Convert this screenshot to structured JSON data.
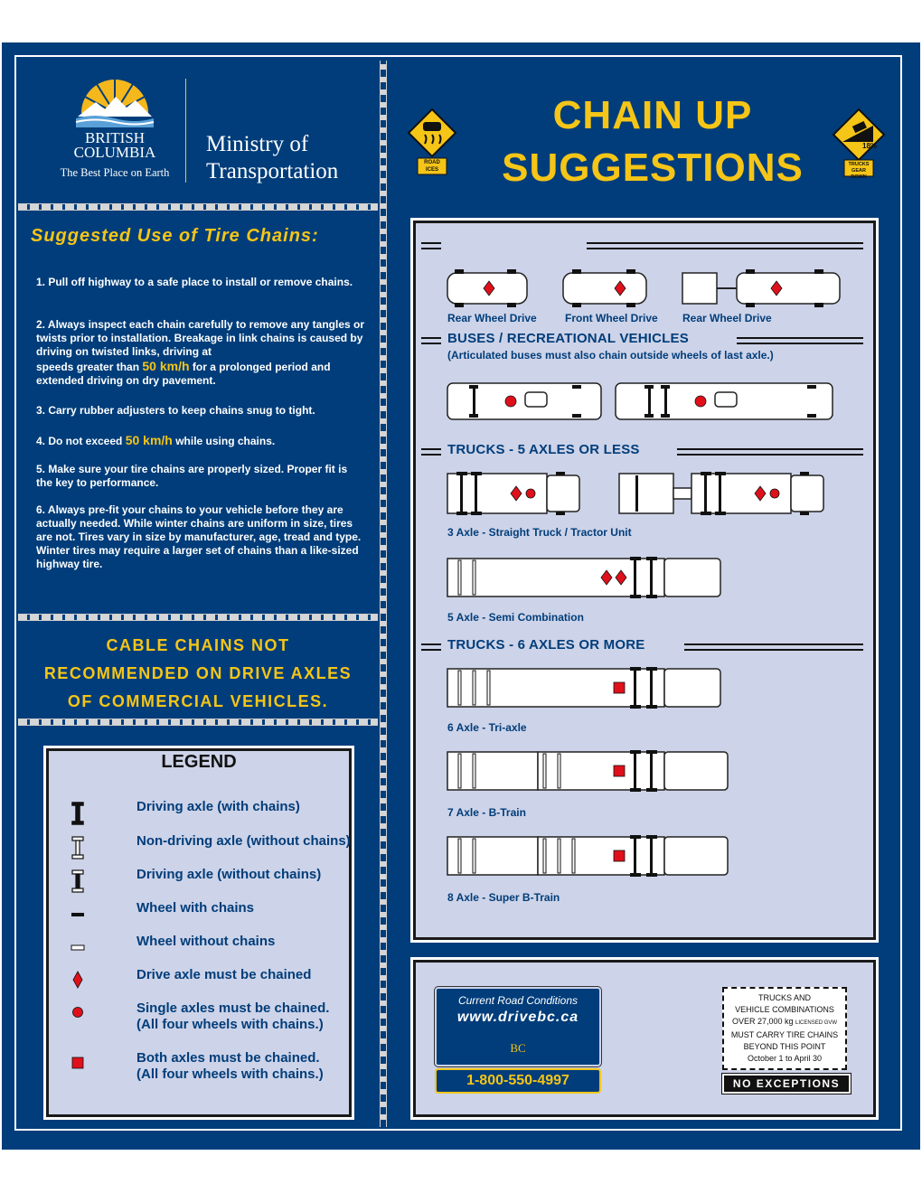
{
  "header": {
    "bc_line1": "BRITISH",
    "bc_line2": "COLUMBIA",
    "bc_tagline": "The Best Place on Earth",
    "ministry_line1": "Ministry of",
    "ministry_line2": "Transportation",
    "title_line1": "CHAIN UP",
    "title_line2": "SUGGESTIONS",
    "sign_road_ices": "ROAD ICES",
    "sign_grade": "18%",
    "sign_trucks_gear": "TRUCKS GEAR DOWN"
  },
  "left": {
    "heading": "Suggested Use of Tire Chains:",
    "steps": [
      "1. Pull off highway to a safe place to install or remove chains.",
      "2. Always inspect each chain carefully to remove any tangles or twists prior to installation. Breakage in link chains is caused by driving on twisted links, driving at",
      "speeds greater than",
      "50 km/h",
      "for a prolonged period and extended driving on dry pavement.",
      "3. Carry rubber adjusters to keep chains snug to tight.",
      "4. Do not exceed",
      "50 km/h",
      "while using chains.",
      "5. Make sure your tire chains are properly sized. Proper fit is the key to performance.",
      "6. Always pre-fit your chains to your vehicle before they are actually needed. While winter chains are uniform in size, tires are not. Tires vary in size by manufacturer, age, tread and type. Winter tires may require a larger set of chains than a like-sized highway tire."
    ],
    "cable_warning": [
      "CABLE CHAINS NOT",
      "RECOMMENDED ON DRIVE AXLES",
      "OF COMMERCIAL VEHICLES."
    ]
  },
  "legend": {
    "title": "LEGEND",
    "items": [
      "Driving axle (with chains)",
      "Non-driving axle (without chains)",
      "Driving axle (without chains)",
      "Wheel with chains",
      "Wheel without chains",
      "Drive axle must be chained",
      "Single axles must be chained.",
      "(All four wheels with chains.)",
      "Both axles must be chained.",
      "(All four wheels with chains.)"
    ]
  },
  "right": {
    "car_labels": [
      "Rear Wheel Drive",
      "Front Wheel Drive",
      "Rear Wheel Drive"
    ],
    "buses_heading": "BUSES / RECREATIONAL VEHICLES",
    "buses_note": "(Articulated buses must also chain outside wheels of last axle.)",
    "trucks5_heading": "TRUCKS - 5 AXLES OR LESS",
    "caption_3axle": "3 Axle  - Straight Truck / Tractor Unit",
    "caption_5axle": "5 Axle - Semi Combination",
    "trucks6_heading": "TRUCKS - 6 AXLES OR MORE",
    "caption_6axle": "6 Axle - Tri-axle",
    "caption_7axle": "7 Axle - B-Train",
    "caption_8axle": "8 Axle - Super B-Train"
  },
  "footer": {
    "road_conditions": "Current Road Conditions",
    "url": "www.drivebc.ca",
    "bc_mark": "BC",
    "phone": "1-800-550-4997",
    "sign_lines": [
      "TRUCKS AND",
      "VEHICLE COMBINATIONS",
      "OVER 27,000 kg",
      "LICENSED GVW",
      "MUST CARRY TIRE CHAINS",
      "BEYOND THIS POINT",
      "October 1  to  April 30"
    ],
    "no_exceptions": "NO EXCEPTIONS"
  },
  "colors": {
    "navy": "#003d7a",
    "yellow": "#f5c518",
    "panel": "#ccd2e6",
    "red": "#e0101b"
  }
}
